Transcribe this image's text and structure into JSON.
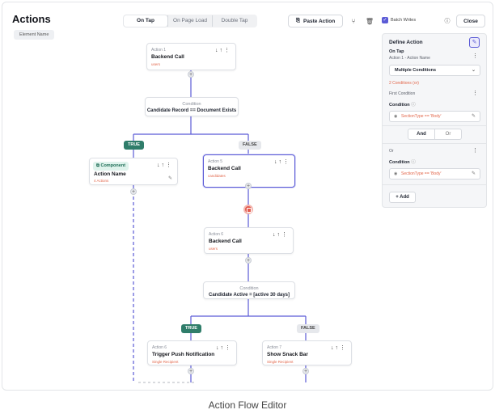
{
  "header": {
    "title": "Actions",
    "element_chip": "Element Name",
    "tabs": [
      {
        "label": "On Tap",
        "active": true
      },
      {
        "label": "On Page Load",
        "active": false
      },
      {
        "label": "Double Tap",
        "active": false
      }
    ],
    "paste_action": "Paste Action",
    "batch_writes": "Batch Writes",
    "batch_checked": true,
    "close": "Close"
  },
  "flow": {
    "action1": {
      "step": "Action 1",
      "name": "Backend Call",
      "sub": "users"
    },
    "condition1": {
      "label": "Condition",
      "expr": "Candidate Record == Document Exists"
    },
    "true1": "TRUE",
    "false1": "FALSE",
    "component": {
      "badge": "Component",
      "name": "Action Name",
      "sub": "4 Actions"
    },
    "action5": {
      "step": "Action 5",
      "name": "Backend Call",
      "sub": "candidates"
    },
    "action6": {
      "step": "Action 6",
      "name": "Backend Call",
      "sub": "users"
    },
    "condition2": {
      "label": "Condition",
      "expr": "Candidate Active = [active 30 days]"
    },
    "true2": "TRUE",
    "false2": "FALSE",
    "action_push": {
      "step": "Action 6",
      "name": "Trigger Push Notification",
      "sub": "Single Recipient"
    },
    "action7": {
      "step": "Action 7",
      "name": "Show Snack Bar",
      "sub": "Single Recipient"
    }
  },
  "panel": {
    "title": "Define Action",
    "trigger": "On Tap",
    "trigger_sub": "Action 1 - Action Name",
    "select": "Multiple Conditions",
    "count": "2 Conditions (or)",
    "first": "First Condition",
    "cond_label": "Condition",
    "cond1_value": "SectionType == 'Body'",
    "and": "And",
    "or": "Or",
    "or_label": "Or",
    "cond2_value": "SectionType == 'Body'",
    "add": "Add"
  },
  "caption": "Action Flow Editor",
  "colors": {
    "accent": "#5b5bd6",
    "true": "#2f7d6a",
    "error": "#e25b4f",
    "link": "#e2664a"
  }
}
